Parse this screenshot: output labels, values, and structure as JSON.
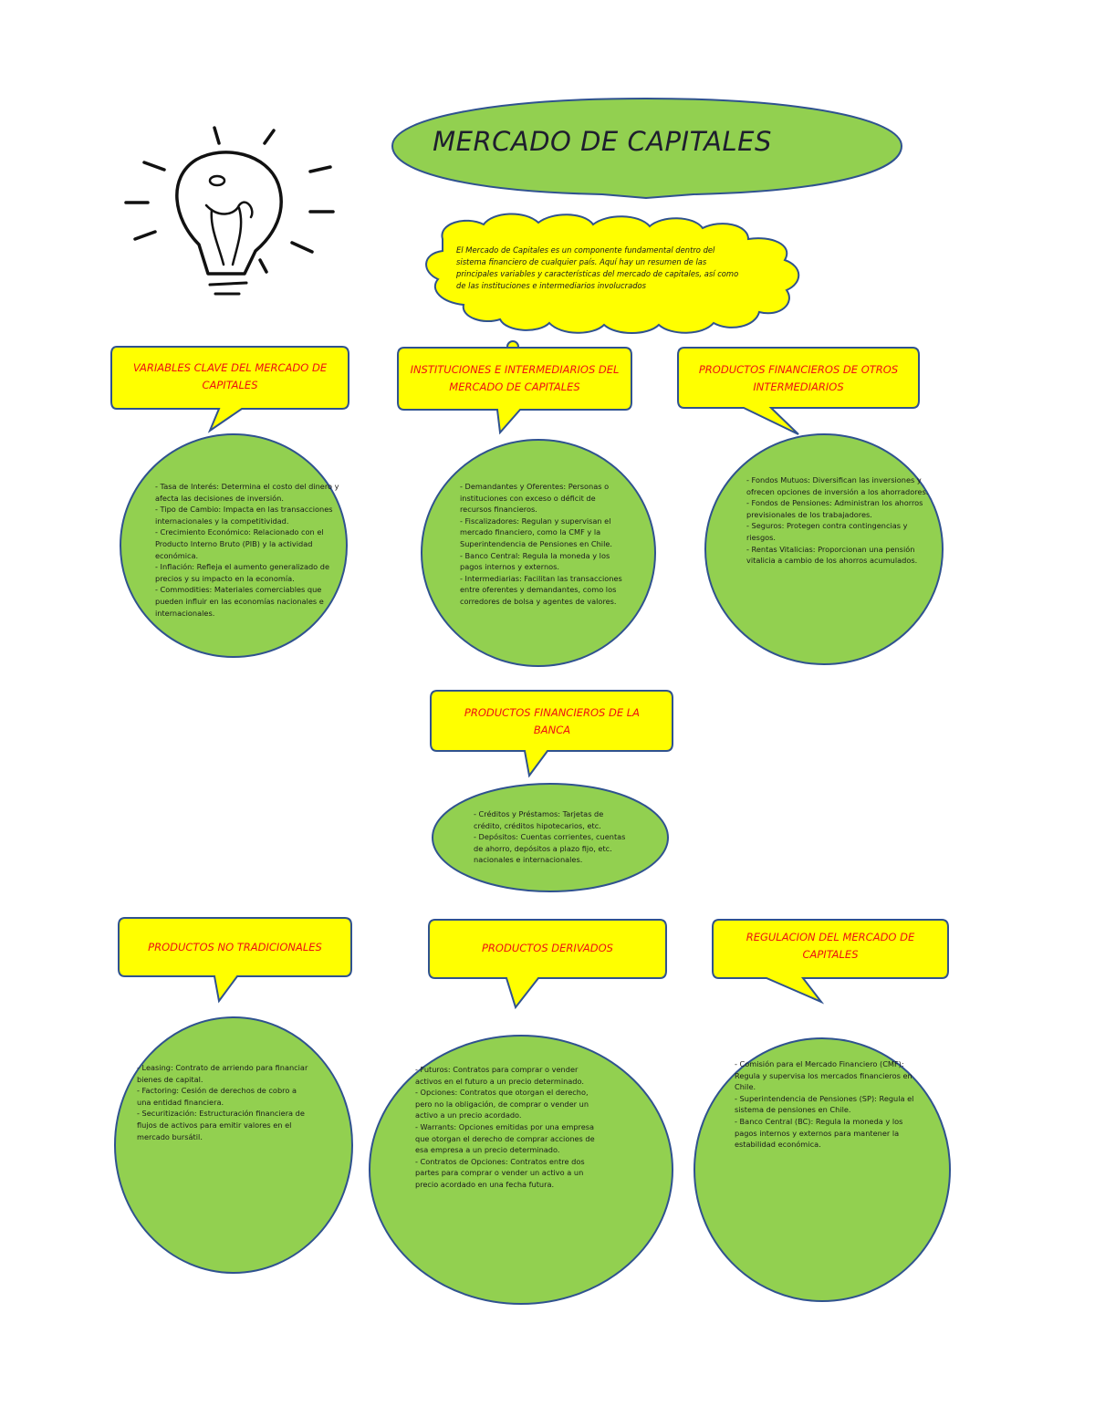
{
  "title": "MERCADO DE CAPITALES",
  "intro": "El Mercado de Capitales es un componente fundamental dentro del sistema financiero de cualquier país. Aquí hay un resumen de las principales variables y características del mercado de capitales, así como de las instituciones e intermediarios involucrados",
  "colors": {
    "green_fill": "#92d050",
    "yellow_fill": "#ffff00",
    "outline": "#2f528f",
    "heading_text": "#ff0000"
  },
  "icons": [
    "lightbulb-icon"
  ],
  "sections": [
    {
      "id": "variables",
      "heading": "VARIABLES CLAVE DEL MERCADO DE CAPITALES",
      "content": "- Tasa de Interés: Determina el costo del dinero y afecta las decisiones de inversión.\n- Tipo de Cambio: Impacta en las transacciones internacionales y la competitividad.\n- Crecimiento Económico: Relacionado con el Producto Interno Bruto (PIB) y la actividad económica.\n- Inflación: Refleja el aumento generalizado de precios y su impacto en la economía.\n- Commodities: Materiales comerciables que pueden influir en las economías nacionales e internacionales."
    },
    {
      "id": "instituciones",
      "heading": "INSTITUCIONES E INTERMEDIARIOS DEL MERCADO DE CAPITALES",
      "content": "- Demandantes y Oferentes: Personas o instituciones con exceso o déficit de recursos financieros.\n- Fiscalizadores: Regulan y supervisan el mercado financiero, como la CMF y la Superintendencia de Pensiones en Chile.\n- Banco Central: Regula la moneda y los pagos internos y externos.\n- Intermediarias: Facilitan las transacciones entre oferentes y demandantes, como los corredores de bolsa y agentes de valores."
    },
    {
      "id": "otros-intermediarios",
      "heading": "PRODUCTOS FINANCIEROS DE OTROS INTERMEDIARIOS",
      "content": "- Fondos Mutuos: Diversifican las inversiones y ofrecen opciones de inversión a los ahorradores.\n- Fondos de Pensiones: Administran los ahorros previsionales de los trabajadores.\n- Seguros: Protegen contra contingencias y riesgos.\n- Rentas Vitalicias: Proporcionan una pensión vitalicia a cambio de los ahorros acumulados."
    },
    {
      "id": "banca",
      "heading": "PRODUCTOS FINANCIEROS DE LA BANCA",
      "content": "- Créditos y Préstamos: Tarjetas de crédito, créditos hipotecarios, etc.\n- Depósitos: Cuentas corrientes, cuentas de ahorro, depósitos a plazo fijo, etc.\nnacionales e internacionales."
    },
    {
      "id": "no-tradicionales",
      "heading": "PRODUCTOS NO TRADICIONALES",
      "content": "- Leasing: Contrato de arriendo para financiar bienes de capital.\n- Factoring: Cesión de derechos de cobro a una entidad financiera.\n- Securitización: Estructuración financiera de flujos de activos para emitir valores en el mercado bursátil."
    },
    {
      "id": "derivados",
      "heading": "PRODUCTOS DERIVADOS",
      "content": "- Futuros: Contratos para comprar o vender activos en el futuro a un precio determinado.\n- Opciones: Contratos que otorgan el derecho, pero no la obligación, de comprar o vender un activo a un precio acordado.\n- Warrants: Opciones emitidas por una empresa que otorgan el derecho de comprar acciones de esa empresa a un precio determinado.\n- Contratos de Opciones: Contratos entre dos partes para comprar o vender un activo a un precio acordado en una fecha futura."
    },
    {
      "id": "regulacion",
      "heading": "REGULACION DEL MERCADO DE CAPITALES",
      "content": "- Comisión para el Mercado Financiero (CMF): Regula y supervisa los mercados financieros en Chile.\n- Superintendencia de Pensiones (SP): Regula el sistema de pensiones en Chile.\n- Banco Central (BC): Regula la moneda y los pagos internos y externos para mantener la estabilidad económica."
    }
  ]
}
